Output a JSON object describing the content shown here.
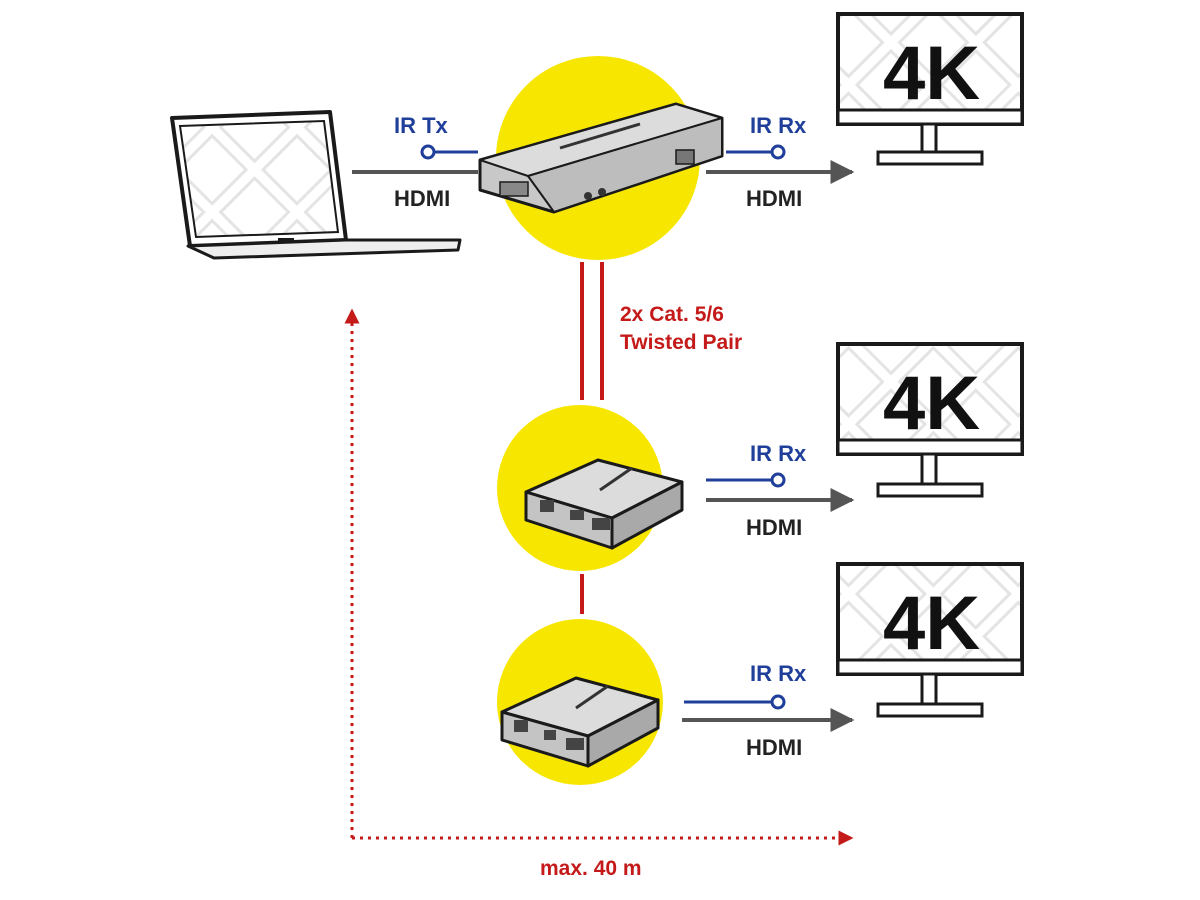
{
  "source": {
    "ir_label": "IR Tx",
    "hdmi_label": "HDMI"
  },
  "outputs": [
    {
      "ir_label": "IR Rx",
      "hdmi_label": "HDMI",
      "display_text": "4K"
    },
    {
      "ir_label": "IR Rx",
      "hdmi_label": "HDMI",
      "display_text": "4K"
    },
    {
      "ir_label": "IR Rx",
      "hdmi_label": "HDMI",
      "display_text": "4K"
    }
  ],
  "cable": {
    "label_line1": "2x Cat. 5/6",
    "label_line2": "Twisted Pair"
  },
  "distance": {
    "label": "max. 40 m"
  },
  "colors": {
    "highlight_yellow": "#f7e600",
    "ir_blue": "#1f3f9a",
    "cable_red": "#c41a1a",
    "hdmi_gray": "#555555",
    "label_dark": "#222222"
  }
}
